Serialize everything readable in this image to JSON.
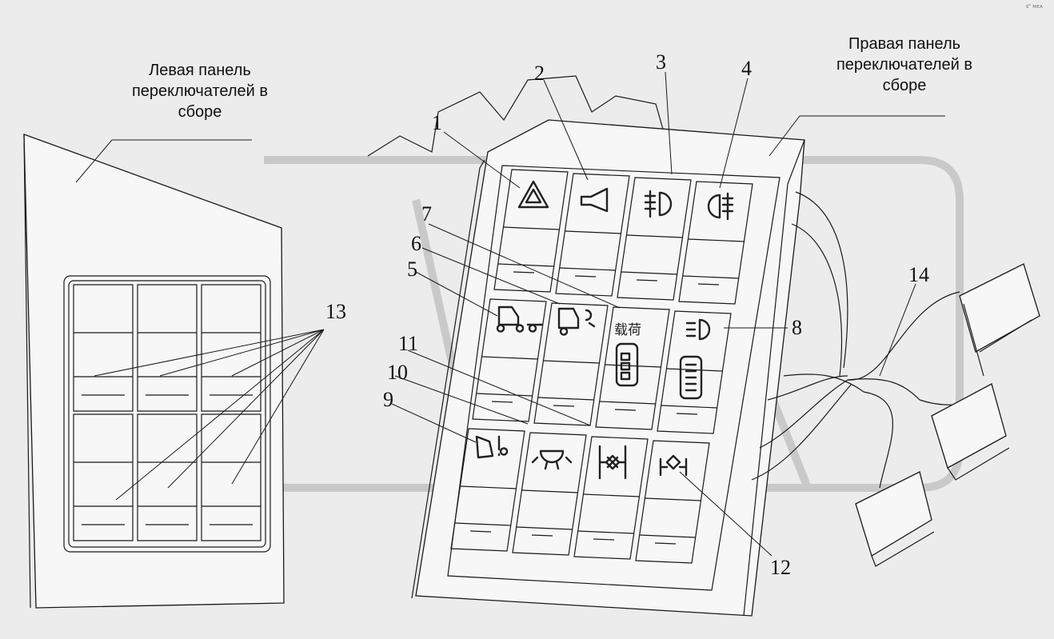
{
  "captions": {
    "left_panel": [
      "Левая панель",
      "переключателей в",
      "сборе"
    ],
    "right_panel": [
      "Правая панель",
      "переключателей в",
      "сборе"
    ]
  },
  "callouts": [
    "1",
    "2",
    "3",
    "4",
    "5",
    "6",
    "7",
    "8",
    "9",
    "10",
    "11",
    "12",
    "13",
    "14"
  ],
  "switch_text": "载荷",
  "corner_mark": "sᴾ ᴍᴇᴀ"
}
